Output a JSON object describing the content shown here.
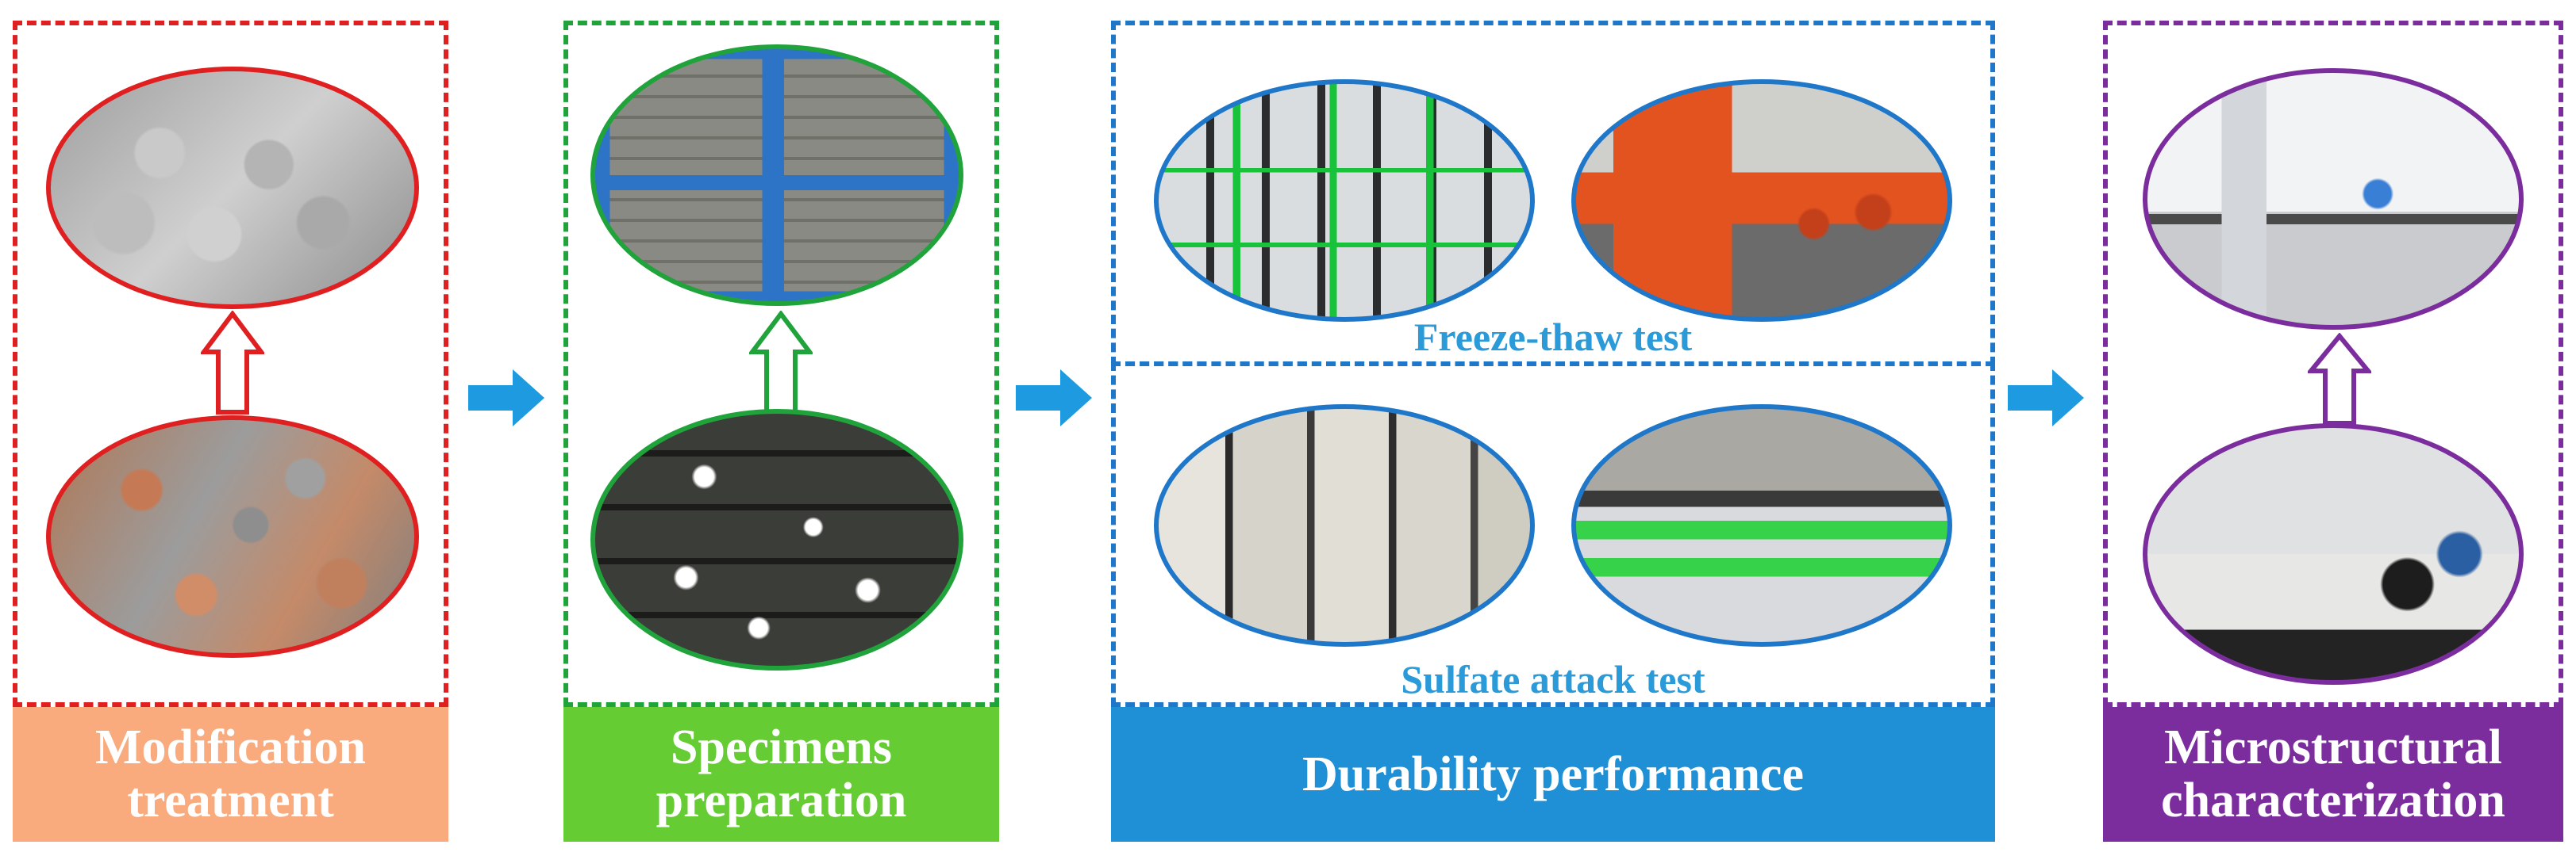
{
  "colors": {
    "modification": "#e02020",
    "modification_label": "#f9ab7e",
    "specimens": "#1fa33a",
    "specimens_label": "#66cc33",
    "durability": "#1f77c9",
    "durability_label": "#1f8fd6",
    "durability_caption": "#2a9ad8",
    "microstructure": "#7b2d9e",
    "microstructure_label": "#7b2d9e",
    "flow_arrow": "#1e9be0"
  },
  "stages": [
    {
      "label": "Modification treatment"
    },
    {
      "label": "Specimens preparation"
    },
    {
      "label": "Durability performance"
    },
    {
      "label": "Microstructural characterization"
    }
  ],
  "durability": {
    "top_caption": "Freeze-thaw test",
    "bottom_caption": "Sulfate attack test"
  }
}
